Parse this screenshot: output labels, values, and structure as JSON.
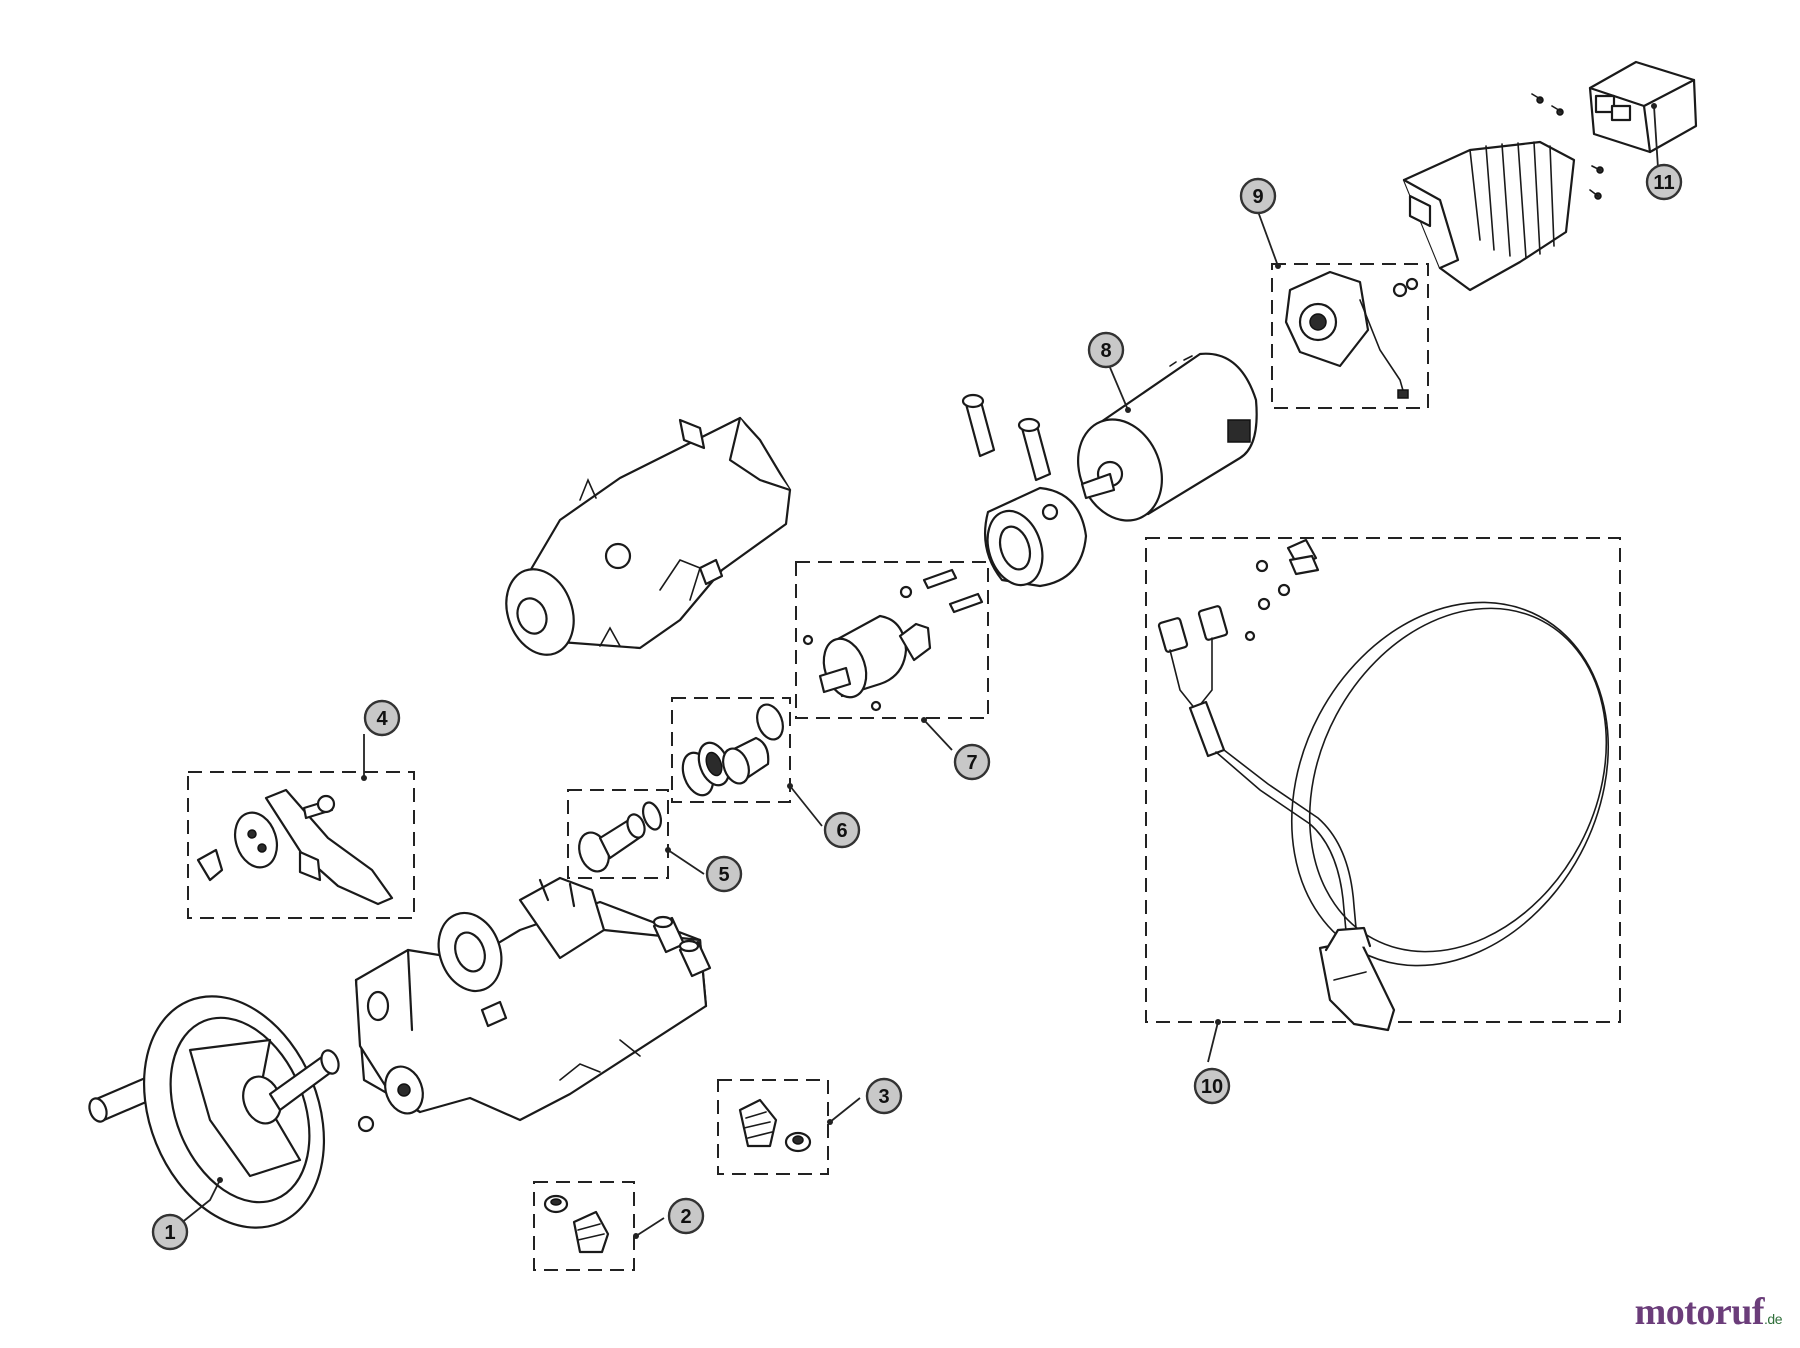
{
  "callouts": [
    {
      "id": "1",
      "label": "1"
    },
    {
      "id": "2",
      "label": "2"
    },
    {
      "id": "3",
      "label": "3"
    },
    {
      "id": "4",
      "label": "4"
    },
    {
      "id": "5",
      "label": "5"
    },
    {
      "id": "6",
      "label": "6"
    },
    {
      "id": "7",
      "label": "7"
    },
    {
      "id": "8",
      "label": "8"
    },
    {
      "id": "9",
      "label": "9"
    },
    {
      "id": "10",
      "label": "10"
    },
    {
      "id": "11",
      "label": "11"
    }
  ],
  "watermark": {
    "brand": "motoruf",
    "tld": ".de"
  }
}
